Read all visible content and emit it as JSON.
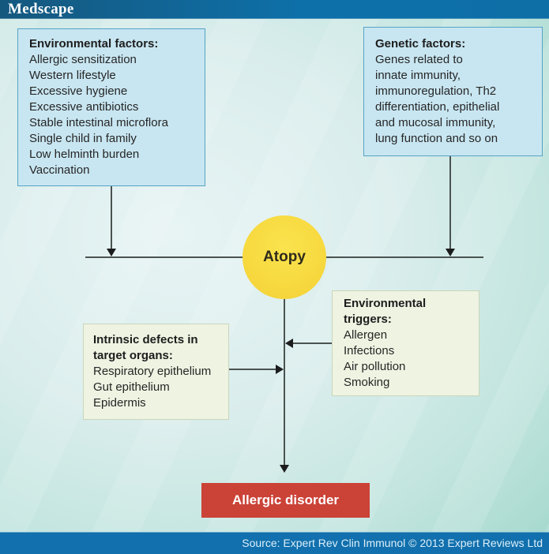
{
  "header": {
    "logo": "Medscape"
  },
  "footer": {
    "source": "Source: Expert Rev Clin Immunol © 2013 Expert Reviews Ltd"
  },
  "colors": {
    "header_bar_left": "#15587e",
    "header_bar_right": "#0e70a9",
    "footer_bar": "#1170ad",
    "background_center": "#e8f4f4",
    "background_edge": "#a3d8cd",
    "box_blue_fill": "#c8e6f1",
    "box_blue_border": "#55a3c6",
    "box_green_fill": "#eff3e2",
    "box_green_border": "#c9d7b9",
    "atopy_circle_yellow": "#f7d93f",
    "outcome_red": "#cb4237",
    "connector_line": "#4a5350",
    "text": "#262626"
  },
  "diagram": {
    "env_factors": {
      "title": "Environmental factors:",
      "items": [
        "Allergic sensitization",
        "Western lifestyle",
        "Excessive hygiene",
        "Excessive antibiotics",
        "Stable intestinal microflora",
        "Single child in family",
        "Low helminth burden",
        "Vaccination"
      ]
    },
    "genetic_factors": {
      "title": "Genetic factors:",
      "lines": [
        "Genes related to",
        "innate immunity,",
        "immunoregulation, Th2",
        "differentiation, epithelial",
        "and mucosal immunity,",
        "lung function and so on"
      ]
    },
    "atopy": {
      "label": "Atopy"
    },
    "triggers": {
      "title_lines": [
        "Environmental",
        "triggers:"
      ],
      "items": [
        "Allergen",
        "Infections",
        "Air pollution",
        "Smoking"
      ]
    },
    "intrinsic": {
      "title_lines": [
        "Intrinsic defects in",
        "target organs:"
      ],
      "items": [
        "Respiratory epithelium",
        "Gut epithelium",
        "Epidermis"
      ]
    },
    "outcome": {
      "label": "Allergic disorder"
    }
  }
}
